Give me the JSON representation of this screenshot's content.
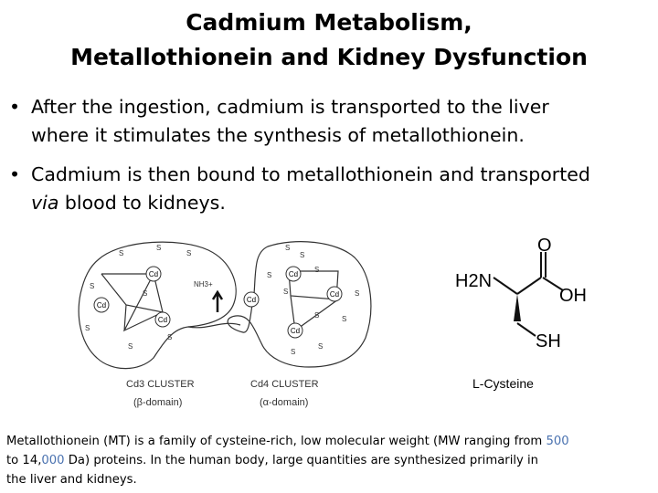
{
  "title": {
    "line1": "Cadmium Metabolism,",
    "line2": "Metallothionein and Kidney Dysfunction"
  },
  "bullets": [
    {
      "marker": "•",
      "line1": "After the ingestion, cadmium is transported to the liver",
      "line2": "where it stimulates the synthesis of metallothionein."
    },
    {
      "marker": "•",
      "line1": "Cadmium is then bound to metallothionein and transported",
      "line2_italic": "via",
      "line2_rest": " blood to kidneys."
    }
  ],
  "figure_metallothionein": {
    "atom_s": "S",
    "atom_cd": "Cd",
    "nh3_label": "NH3+",
    "cluster_left": "Cd3 CLUSTER",
    "domain_left": "(β-domain)",
    "cluster_right": "Cd4 CLUSTER",
    "domain_right": "(α-domain)"
  },
  "figure_cysteine": {
    "o": "O",
    "h2n": "H2N",
    "oh": "OH",
    "sh": "SH",
    "caption": "L-Cysteine"
  },
  "footnote": {
    "l1a": "Metallothionein (MT) is a family of cysteine-rich, low molecular weight (MW ranging from ",
    "l1num": "500",
    "l2a": "to 14,",
    "l2num": "000",
    "l2b": " Da) proteins.   In the human body, large quantities are synthesized primarily in",
    "l3": "the liver and kidneys."
  }
}
